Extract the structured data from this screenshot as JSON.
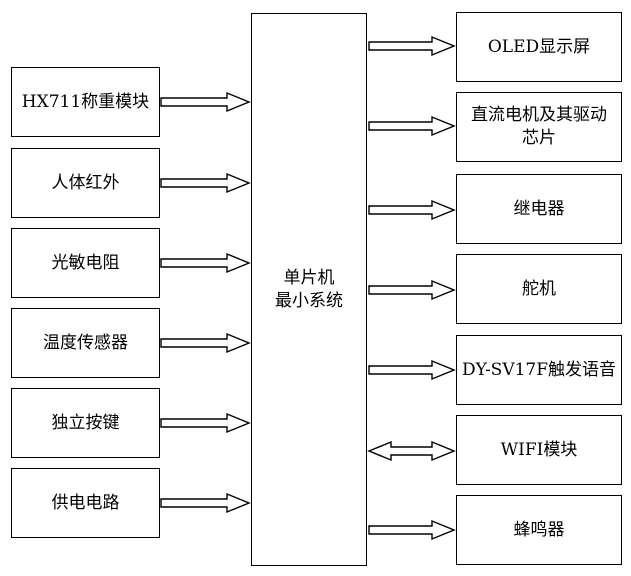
{
  "diagram": {
    "center": {
      "line1": "单片机",
      "line2": "最小系统"
    },
    "inputs": [
      "HX711称重模块",
      "人体红外",
      "光敏电阻",
      "温度传感器",
      "独立按键",
      "供电电路"
    ],
    "outputs": [
      {
        "line1": "OLED显示屏",
        "line2": ""
      },
      {
        "line1": "直流电机及其驱动",
        "line2": "芯片"
      },
      {
        "line1": "继电器",
        "line2": ""
      },
      {
        "line1": "舵机",
        "line2": ""
      },
      {
        "line1": "DY-SV17F触发语音",
        "line2": ""
      },
      {
        "line1": "WIFI模块",
        "line2": ""
      },
      {
        "line1": "蜂鸣器",
        "line2": ""
      }
    ],
    "output_arrow_types": [
      "out",
      "out",
      "out",
      "out",
      "out",
      "both",
      "out"
    ]
  }
}
